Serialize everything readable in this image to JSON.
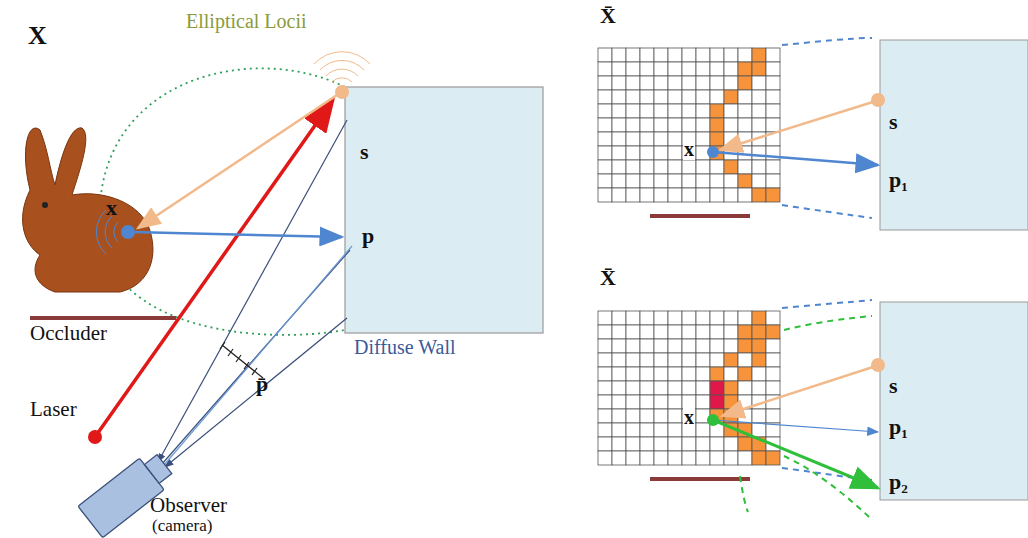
{
  "diagram": {
    "labels": [
      "X",
      "Elliptical Locii",
      "x",
      "s",
      "p",
      "Occluder",
      "Diffuse Wall",
      "p̄",
      "Laser",
      "Observer",
      "(camera)",
      "X̄",
      "x",
      "s",
      "p₁",
      "X̄",
      "x",
      "s",
      "p₁",
      "p₂"
    ]
  }
}
